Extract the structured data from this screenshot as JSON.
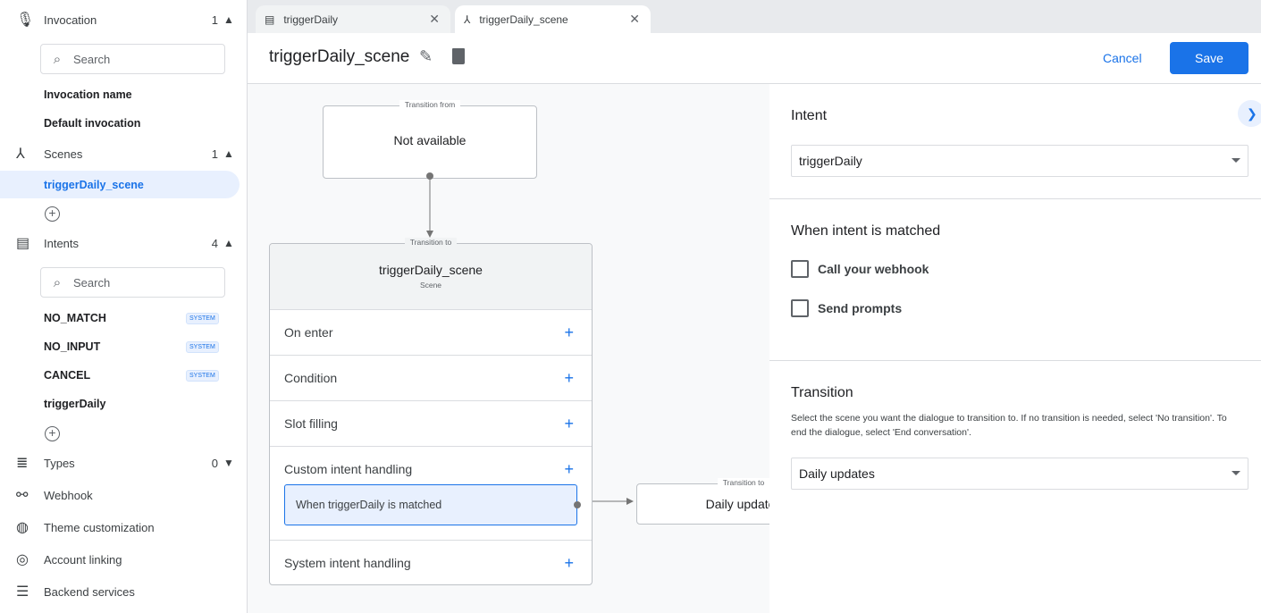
{
  "sidebar": {
    "invocation": {
      "label": "Invocation",
      "count": "1",
      "search_placeholder": "Search",
      "items": [
        "Invocation name",
        "Default invocation"
      ]
    },
    "scenes": {
      "label": "Scenes",
      "count": "1",
      "items": [
        "triggerDaily_scene"
      ]
    },
    "intents": {
      "label": "Intents",
      "count": "4",
      "search_placeholder": "Search",
      "items": [
        {
          "name": "NO_MATCH",
          "badge": "SYSTEM"
        },
        {
          "name": "NO_INPUT",
          "badge": "SYSTEM"
        },
        {
          "name": "CANCEL",
          "badge": "SYSTEM"
        },
        {
          "name": "triggerDaily"
        }
      ]
    },
    "types": {
      "label": "Types",
      "count": "0"
    },
    "webhook": "Webhook",
    "theme": "Theme customization",
    "account": "Account linking",
    "backend": "Backend services"
  },
  "tabs": [
    {
      "label": "triggerDaily"
    },
    {
      "label": "triggerDaily_scene"
    }
  ],
  "header": {
    "title": "triggerDaily_scene",
    "cancel": "Cancel",
    "save": "Save"
  },
  "canvas": {
    "from": {
      "legend": "Transition from",
      "value": "Not available"
    },
    "scene": {
      "legend": "Transition to",
      "name": "triggerDaily_scene",
      "type": "Scene",
      "rows": [
        "On enter",
        "Condition",
        "Slot filling",
        "Custom intent handling",
        "System intent handling"
      ],
      "matched": "When triggerDaily is matched"
    },
    "target": {
      "legend": "Transition to",
      "value": "Daily updates"
    }
  },
  "panel": {
    "intent_label": "Intent",
    "intent_value": "triggerDaily",
    "matched_label": "When intent is matched",
    "webhook": "Call your webhook",
    "prompts": "Send prompts",
    "webhook_checked": false,
    "prompts_checked": false,
    "transition_label": "Transition",
    "transition_desc": "Select the scene you want the dialogue to transition to. If no transition is needed, select 'No transition'. To end the dialogue, select 'End conversation'.",
    "transition_value": "Daily updates"
  },
  "colors": {
    "accent": "#1a73e8",
    "selected_bg": "#e8f0fe"
  }
}
